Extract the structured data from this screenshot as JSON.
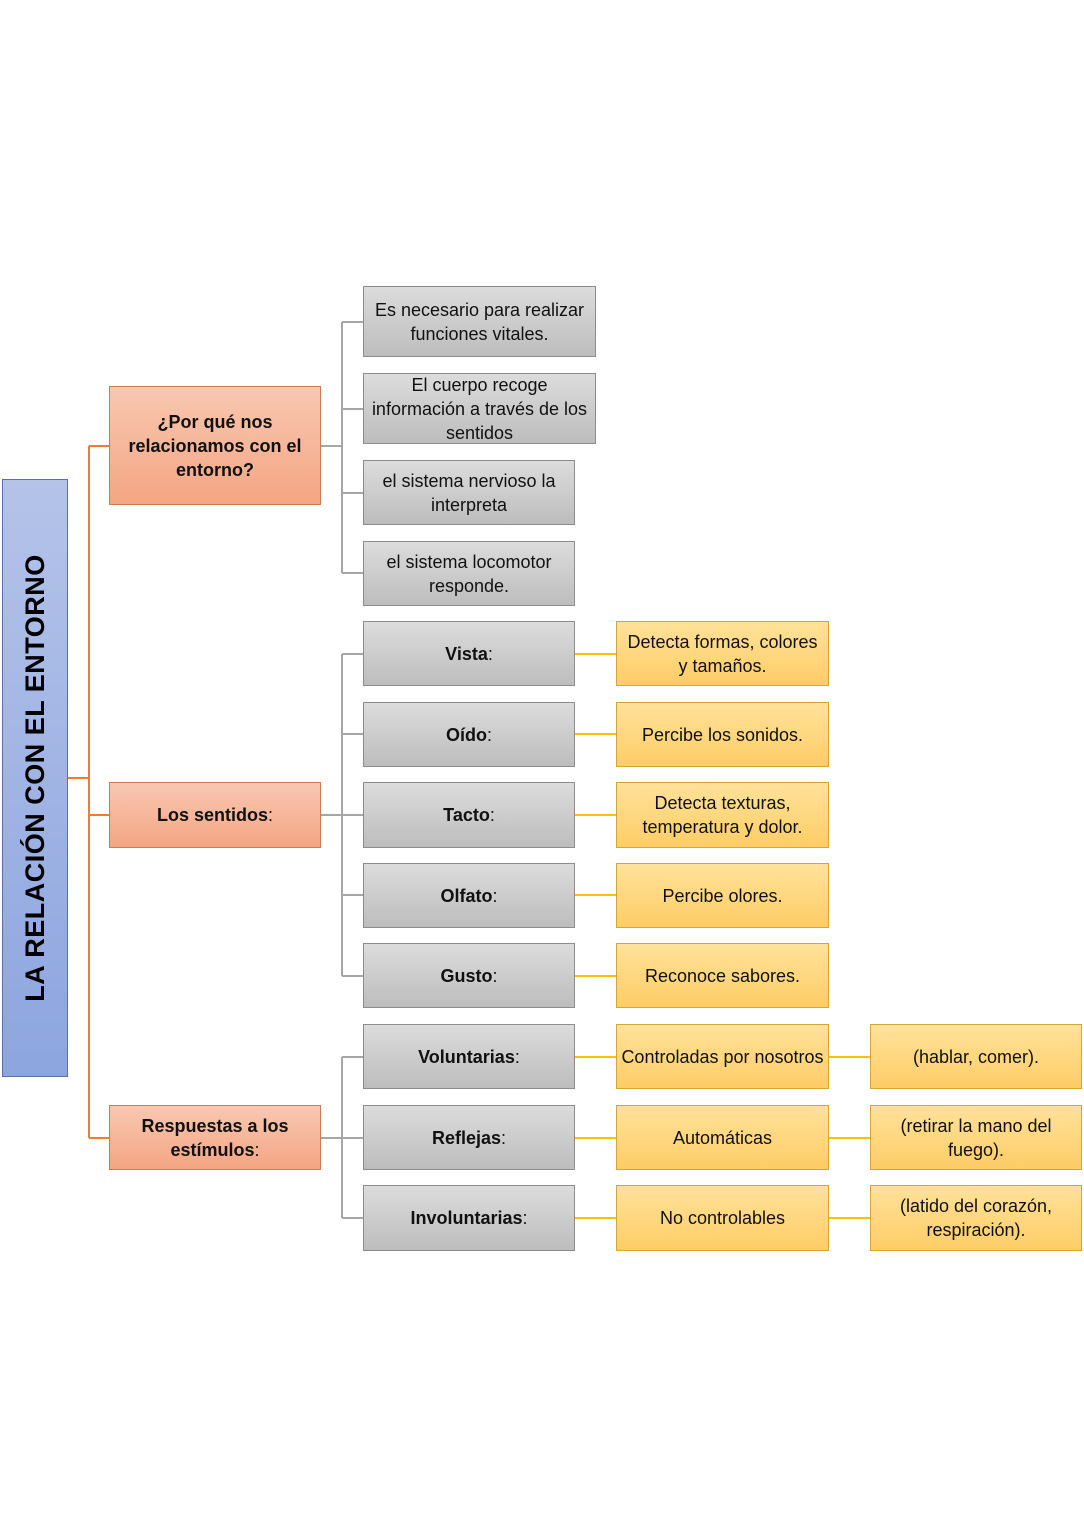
{
  "root": {
    "label": "LA RELACIÓN CON EL ENTORNO"
  },
  "categories": [
    {
      "label": "¿Por qué nos relacionamos con el entorno?"
    },
    {
      "label": "Los sentidos",
      "suffix": ":"
    },
    {
      "label": "Respuestas a los estímulos",
      "suffix": ":"
    }
  ],
  "por_que": [
    {
      "label": "Es necesario para realizar funciones vitales."
    },
    {
      "label": "El cuerpo recoge información a través de los sentidos"
    },
    {
      "label": "el sistema nervioso la interpreta"
    },
    {
      "label": "el sistema locomotor responde."
    }
  ],
  "sentidos": [
    {
      "name": "Vista",
      "suffix": ":",
      "desc": "Detecta formas, colores y tamaños."
    },
    {
      "name": "Oído",
      "suffix": ":",
      "desc": "Percibe los sonidos."
    },
    {
      "name": "Tacto",
      "suffix": ":",
      "desc": "Detecta texturas, temperatura y dolor."
    },
    {
      "name": "Olfato",
      "suffix": ":",
      "desc": "Percibe olores."
    },
    {
      "name": "Gusto",
      "suffix": ":",
      "desc": "Reconoce sabores."
    }
  ],
  "respuestas": [
    {
      "name": "Voluntarias",
      "suffix": ":",
      "desc": "Controladas por nosotros",
      "example": "(hablar, comer)."
    },
    {
      "name": "Reflejas",
      "suffix": ":",
      "desc": "Automáticas",
      "example": "(retirar la mano del fuego)."
    },
    {
      "name": "Involuntarias",
      "suffix": ":",
      "desc": "No controlables",
      "example": "(latido del corazón, respiración)."
    }
  ],
  "colors": {
    "root_line": "#ed7d31",
    "grey_line": "#a6a6a6",
    "yellow_line": "#ffc000"
  }
}
